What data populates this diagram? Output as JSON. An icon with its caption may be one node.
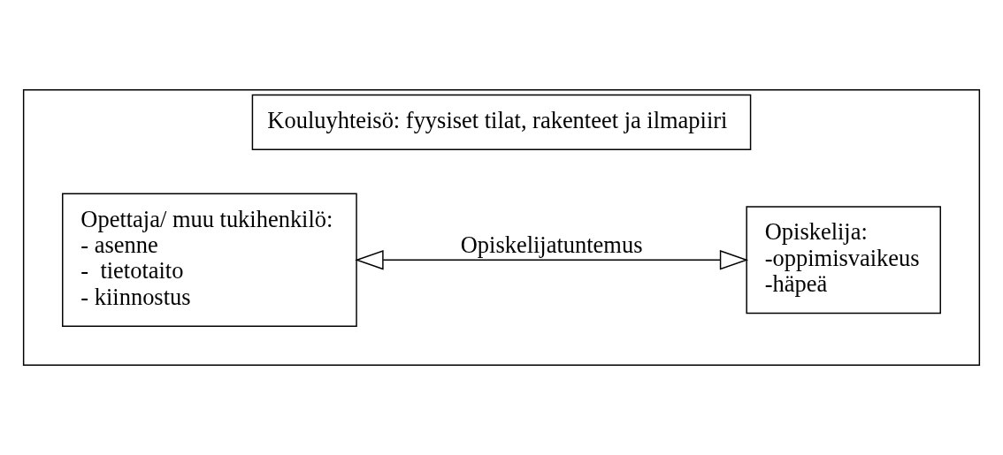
{
  "diagram": {
    "nodes": [
      {
        "text": [
          "Kouluyhteisö: fyysiset tilat, rakenteet ja ilmapiiri"
        ]
      },
      {
        "text": [
          "Opettaja/ muu tukihenkilö:",
          "- asenne",
          "-  tietotaito",
          "- kiinnostus"
        ],
        "in": 0
      },
      {
        "text": [
          "Opiskelija:",
          "-oppimisvaikeus",
          "-häpeä"
        ],
        "in": 0
      }
    ],
    "edges": [
      {
        "from": 1,
        "to": 2,
        "arrow": "both",
        "label": "Opiskelijatuntemus"
      }
    ]
  }
}
